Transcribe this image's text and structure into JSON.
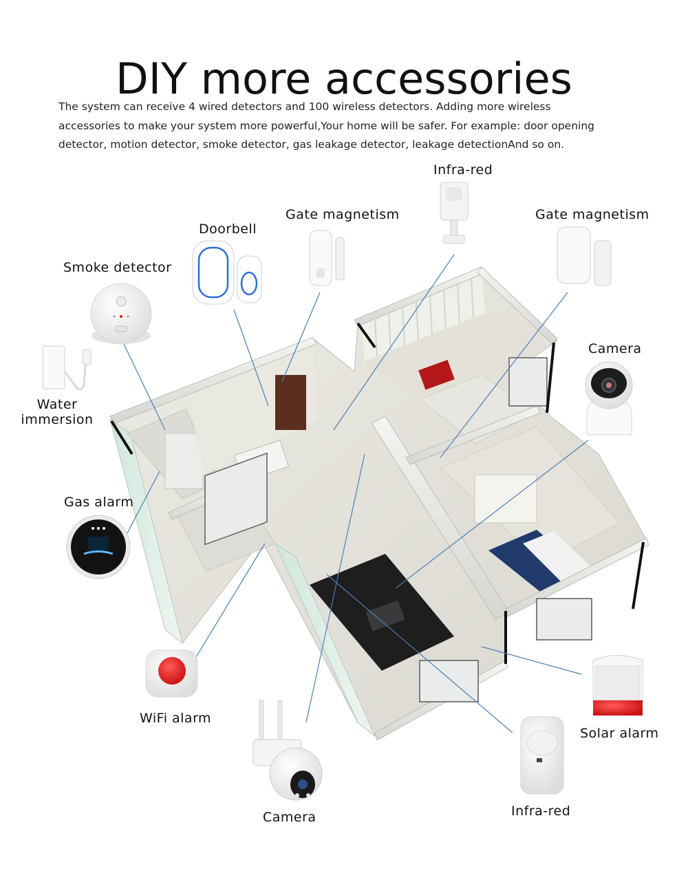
{
  "title": "DIY more accessories",
  "description": [
    "The system can receive 4 wired detectors and 100 wireless detectors. Adding more wireless",
    "accessories to make your system more powerful,Your home will be safer. For example: door opening",
    "detector, motion detector, smoke detector, gas leakage detector, leakage detectionAnd so on."
  ],
  "labels": {
    "infrared_top": "Infra-red",
    "gate_magnetism_left": "Gate magnetism",
    "gate_magnetism_right": "Gate magnetism",
    "doorbell": "Doorbell",
    "smoke_detector": "Smoke detector",
    "camera_right": "Camera",
    "water_immersion_1": "Water",
    "water_immersion_2": "immersion",
    "gas_alarm": "Gas alarm",
    "wifi_alarm": "WiFi alarm",
    "solar_alarm": "Solar alarm",
    "camera_bottom": "Camera",
    "infrared_bottom": "Infra-red"
  },
  "colors": {
    "leader_line": "#4a7fb5",
    "wall": "#e8e8e4",
    "floor": "#e2e0d8",
    "alarm_red": "#e32222",
    "doorbell_ring": "#2b6fd6"
  }
}
